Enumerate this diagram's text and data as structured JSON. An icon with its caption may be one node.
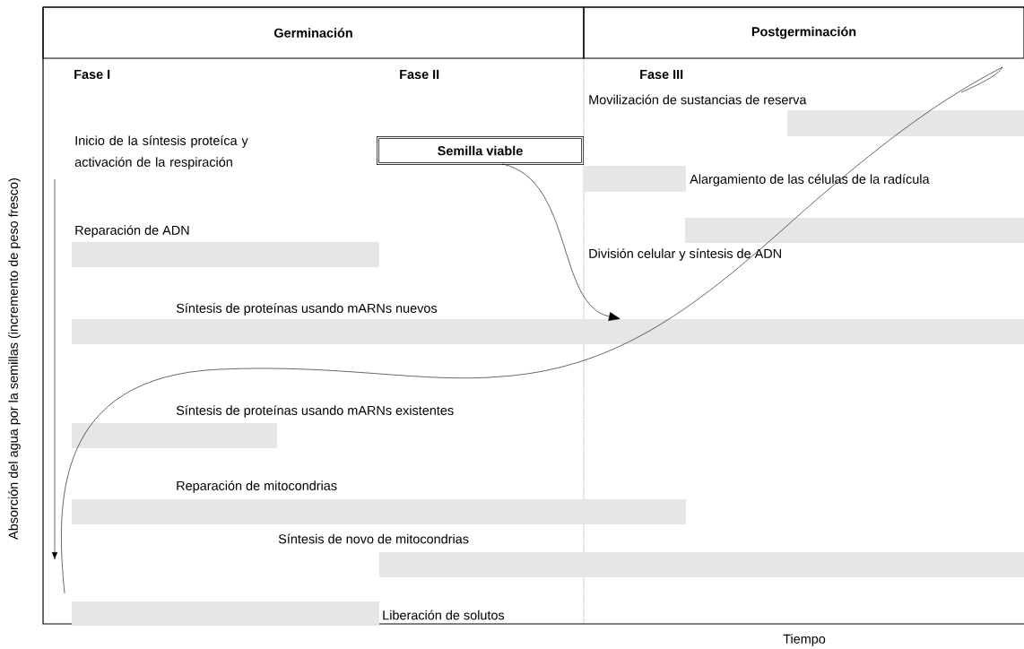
{
  "diagram": {
    "nodes": [
      {
        "text": [
          "Germinación"
        ]
      },
      {
        "text": [
          "Postgerminación"
        ]
      },
      {
        "text": [
          "Movilización de sustancias de reserva"
        ]
      },
      {
        "text": [
          "Semilla viable"
        ]
      },
      {
        "text": [
          "Alargamiento de las células de la radícula"
        ]
      },
      {
        "text": [
          "Reparación de ADN"
        ]
      },
      {
        "text": [
          "División celular y síntesis de ADN"
        ]
      },
      {
        "text": [
          "Síntesis de proteínas usando mARNs nuevos"
        ]
      },
      {
        "text": [
          "Síntesis de proteínas usando mARNs existentes"
        ]
      },
      {
        "text": [
          "Reparación de mitocondrias"
        ]
      },
      {
        "text": [
          "Síntesis de novo de mitocondrias"
        ]
      },
      {
        "text": [
          "Liberación de solutos"
        ]
      }
    ],
    "edges": [
      {
        "from": 3,
        "to": 7,
        "arrow": "to"
      }
    ],
    "labels": [
      "Fase I",
      "Fase II",
      "Fase III",
      "Inicio de la síntesis proteíca y activación de la respiración",
      "Absorción del agua por la semillas (incremento de peso fresco)",
      "Tiempo"
    ]
  }
}
